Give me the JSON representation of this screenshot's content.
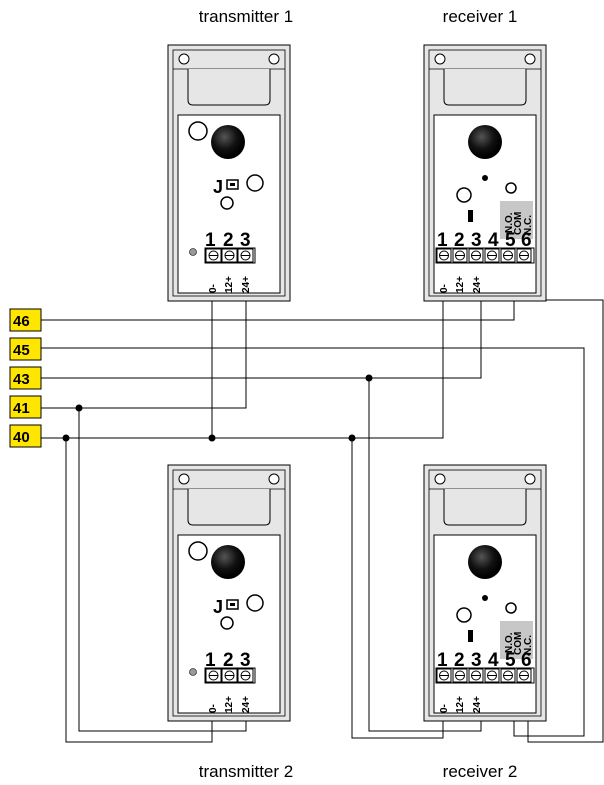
{
  "devices": {
    "transmitter_1": {
      "title": "transmitter 1",
      "jumper": "J",
      "terminals": [
        "1",
        "2",
        "3"
      ],
      "pins": [
        "0-",
        "12+",
        "24+"
      ]
    },
    "receiver_1": {
      "title": "receiver 1",
      "terminals": [
        "1",
        "2",
        "3",
        "4",
        "5",
        "6"
      ],
      "pins": [
        "0-",
        "12+",
        "24+"
      ],
      "contacts": [
        "N.O.",
        "COM",
        "N.C."
      ]
    },
    "transmitter_2": {
      "title": "transmitter 2",
      "jumper": "J",
      "terminals": [
        "1",
        "2",
        "3"
      ],
      "pins": [
        "0-",
        "12+",
        "24+"
      ]
    },
    "receiver_2": {
      "title": "receiver 2",
      "terminals": [
        "1",
        "2",
        "3",
        "4",
        "5",
        "6"
      ],
      "pins": [
        "0-",
        "12+",
        "24+"
      ],
      "contacts": [
        "N.O.",
        "COM",
        "N.C."
      ]
    }
  },
  "control_terminals": [
    "46",
    "45",
    "43",
    "41",
    "40"
  ],
  "colors": {
    "terminal_label_bg": "#ffe600",
    "housing": "#e6e6e6",
    "panel_gray": "#c7c7c7",
    "lens": "#111111"
  }
}
